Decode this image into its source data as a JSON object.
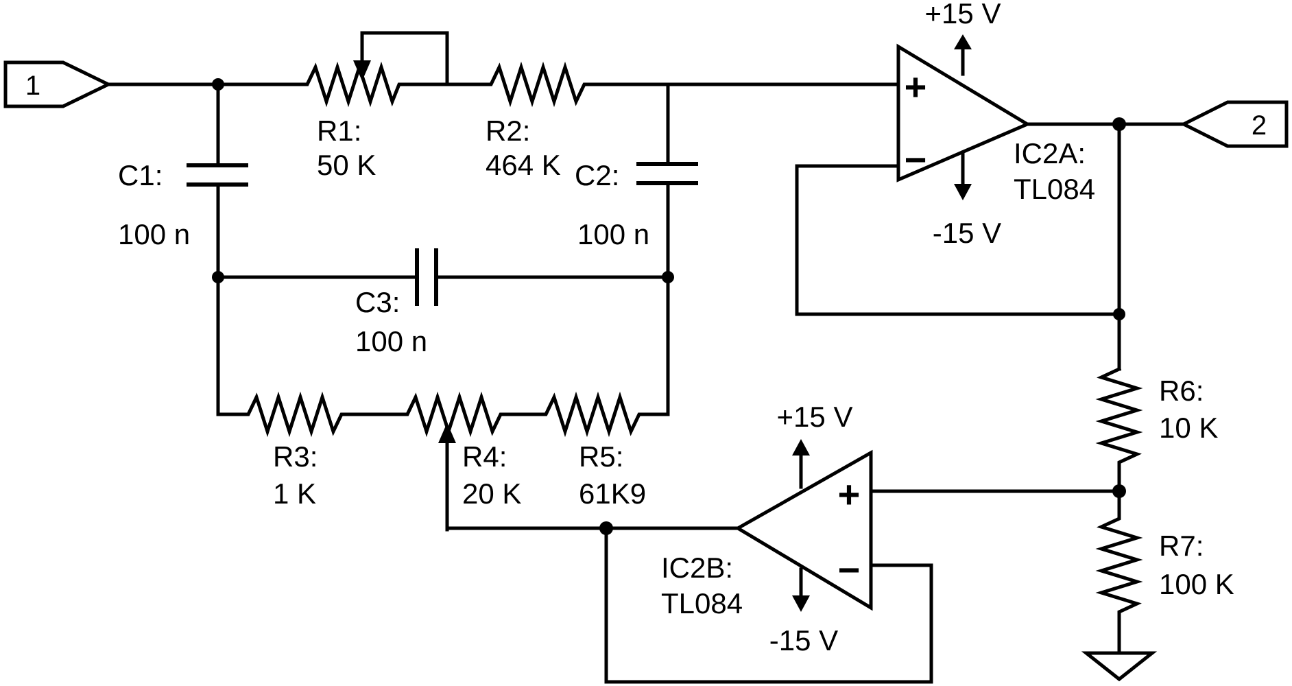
{
  "ports": {
    "input": "1",
    "output": "2"
  },
  "components": {
    "R1": {
      "name": "R1:",
      "value": "50 K"
    },
    "R2": {
      "name": "R2:",
      "value": "464 K"
    },
    "R3": {
      "name": "R3:",
      "value": "1 K"
    },
    "R4": {
      "name": "R4:",
      "value": "20 K"
    },
    "R5": {
      "name": "R5:",
      "value": "61K9"
    },
    "R6": {
      "name": "R6:",
      "value": "10 K"
    },
    "R7": {
      "name": "R7:",
      "value": "100 K"
    },
    "C1": {
      "name": "C1:",
      "value": "100 n"
    },
    "C2": {
      "name": "C2:",
      "value": "100 n"
    },
    "C3": {
      "name": "C3:",
      "value": "100 n"
    }
  },
  "opamps": {
    "IC2A": {
      "name": "IC2A:",
      "part": "TL084",
      "vplus": "+15 V",
      "vminus": "-15 V",
      "in_plus": "+",
      "in_minus": "−"
    },
    "IC2B": {
      "name": "IC2B:",
      "part": "TL084",
      "vplus": "+15 V",
      "vminus": "-15 V",
      "in_plus": "+",
      "in_minus": "−"
    }
  }
}
